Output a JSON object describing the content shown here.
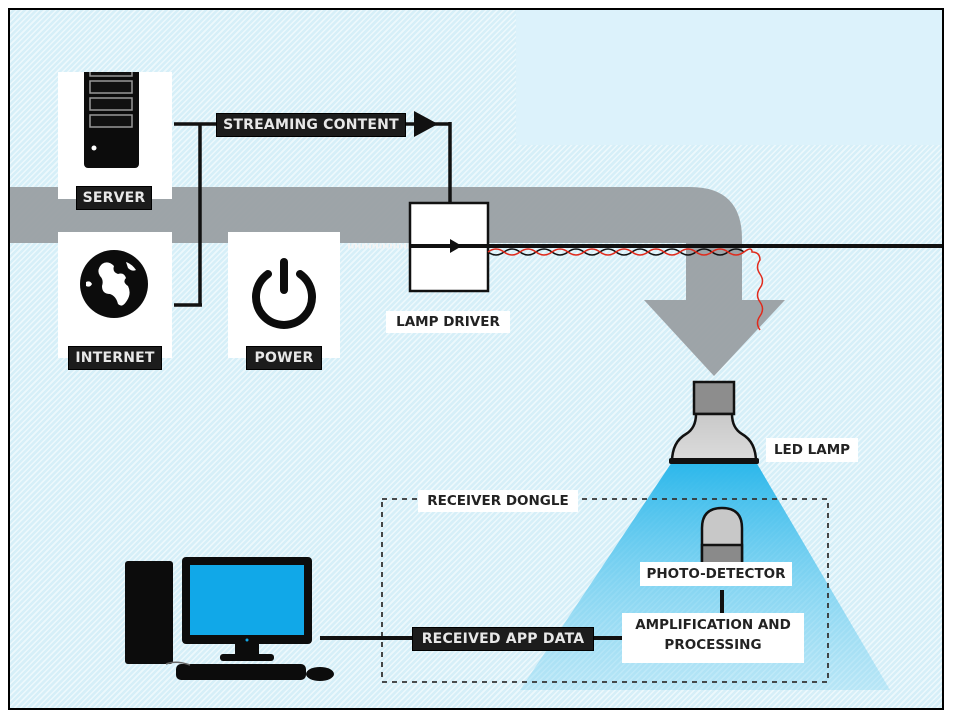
{
  "diagram": {
    "title": "Li-Fi data transmission system",
    "nodes": {
      "server": {
        "label": "SERVER",
        "icon": "server-icon"
      },
      "internet": {
        "label": "INTERNET",
        "icon": "globe-icon"
      },
      "power": {
        "label": "POWER",
        "icon": "power-icon"
      },
      "lamp_driver": {
        "label": "LAMP DRIVER"
      },
      "led_lamp": {
        "label": "LED LAMP",
        "icon": "led-lamp-icon"
      },
      "receiver_dongle": {
        "label": "RECEIVER DONGLE"
      },
      "photo_detector": {
        "label": "PHOTO-DETECTOR",
        "icon": "photo-detector-icon"
      },
      "amplification": {
        "line1": "AMPLIFICATION AND",
        "line2": "PROCESSING"
      },
      "computer": {
        "icon": "desktop-computer-icon"
      }
    },
    "edges": {
      "streaming": {
        "label": "STREAMING CONTENT"
      },
      "received": {
        "label": "RECEIVED APP DATA"
      }
    },
    "colors": {
      "background": "#d6eff8",
      "flow_gray": "#9a9fa3",
      "light_blue": "#29b6e8",
      "screen_blue": "#11a8e8",
      "signal_red": "#e02a1c",
      "label_dark": "#1c1c1c"
    }
  }
}
